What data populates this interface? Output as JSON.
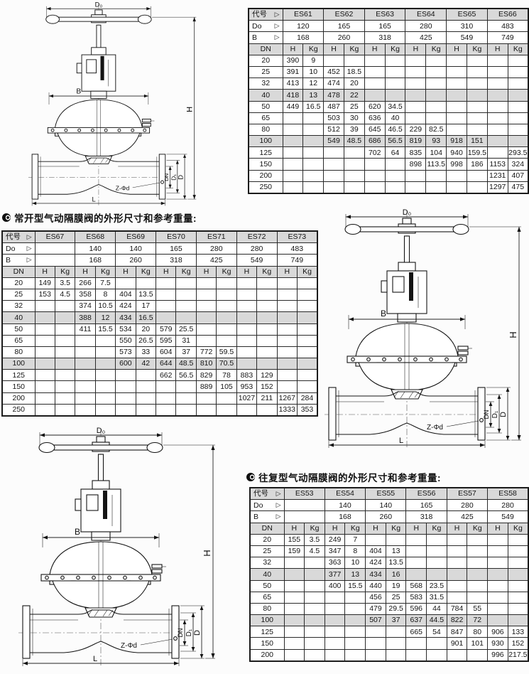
{
  "colors": {
    "row_shade": "#d9d9d9"
  },
  "titles": {
    "normally_open": "常开型气动隔膜阀的外形尺寸和参考重量:",
    "reciprocating": "往复型气动隔膜阀的外形尺寸和参考重量:"
  },
  "diagram_labels": {
    "d0": "D₀",
    "b": "B",
    "h": "H",
    "dn": "DN",
    "d1": "D₁",
    "d": "D",
    "z_phi": "Z-Φd",
    "l": "L"
  },
  "tables": [
    {
      "code_label": "代号",
      "triangle": "▷",
      "do_label": "Do",
      "b_label": "B",
      "dn_label": "DN",
      "h_label": "H",
      "kg_label": "Kg",
      "models": [
        "ES61",
        "ES62",
        "ES63",
        "ES64",
        "ES65",
        "ES66"
      ],
      "do_values": [
        "120",
        "165",
        "165",
        "280",
        "310",
        "483"
      ],
      "b_values": [
        "168",
        "260",
        "318",
        "425",
        "549",
        "749"
      ],
      "rows": [
        {
          "dn": "20",
          "shaded": false,
          "cells": [
            "390",
            "9",
            "",
            "",
            "",
            "",
            "",
            "",
            "",
            "",
            "",
            ""
          ]
        },
        {
          "dn": "25",
          "shaded": false,
          "cells": [
            "391",
            "10",
            "452",
            "18.5",
            "",
            "",
            "",
            "",
            "",
            "",
            "",
            ""
          ]
        },
        {
          "dn": "32",
          "shaded": false,
          "cells": [
            "413",
            "12",
            "474",
            "20",
            "",
            "",
            "",
            "",
            "",
            "",
            "",
            ""
          ]
        },
        {
          "dn": "40",
          "shaded": true,
          "cells": [
            "418",
            "13",
            "478",
            "22",
            "",
            "",
            "",
            "",
            "",
            "",
            "",
            ""
          ]
        },
        {
          "dn": "50",
          "shaded": false,
          "cells": [
            "449",
            "16.5",
            "487",
            "25",
            "620",
            "34.5",
            "",
            "",
            "",
            "",
            "",
            ""
          ]
        },
        {
          "dn": "65",
          "shaded": false,
          "cells": [
            "",
            "",
            "503",
            "30",
            "636",
            "40",
            "",
            "",
            "",
            "",
            "",
            ""
          ]
        },
        {
          "dn": "80",
          "shaded": false,
          "cells": [
            "",
            "",
            "512",
            "39",
            "645",
            "46.5",
            "229",
            "82.5",
            "",
            "",
            "",
            ""
          ]
        },
        {
          "dn": "100",
          "shaded": true,
          "cells": [
            "",
            "",
            "549",
            "48.5",
            "686",
            "56.5",
            "819",
            "93",
            "918",
            "151",
            "",
            ""
          ]
        },
        {
          "dn": "125",
          "shaded": false,
          "cells": [
            "",
            "",
            "",
            "",
            "702",
            "64",
            "835",
            "104",
            "940",
            "159.5",
            "",
            "293.5"
          ]
        },
        {
          "dn": "150",
          "shaded": false,
          "cells": [
            "",
            "",
            "",
            "",
            "",
            "",
            "898",
            "113.5",
            "998",
            "186",
            "1153",
            "324"
          ]
        },
        {
          "dn": "200",
          "shaded": false,
          "cells": [
            "",
            "",
            "",
            "",
            "",
            "",
            "",
            "",
            "",
            "",
            "1231",
            "407"
          ]
        },
        {
          "dn": "250",
          "shaded": false,
          "cells": [
            "",
            "",
            "",
            "",
            "",
            "",
            "",
            "",
            "",
            "",
            "1297",
            "475"
          ]
        }
      ]
    },
    {
      "code_label": "代号",
      "triangle": "▷",
      "do_label": "Do",
      "b_label": "B",
      "dn_label": "DN",
      "h_label": "H",
      "kg_label": "Kg",
      "models": [
        "ES67",
        "ES68",
        "ES69",
        "ES70",
        "ES71",
        "ES72",
        "ES73"
      ],
      "do_values": [
        "",
        "140",
        "140",
        "165",
        "280",
        "280",
        "483"
      ],
      "b_values": [
        "",
        "168",
        "260",
        "318",
        "425",
        "549",
        "749"
      ],
      "rows": [
        {
          "dn": "20",
          "shaded": false,
          "cells": [
            "149",
            "3.5",
            "266",
            "7.5",
            "",
            "",
            "",
            "",
            "",
            "",
            "",
            "",
            "",
            ""
          ]
        },
        {
          "dn": "25",
          "shaded": false,
          "cells": [
            "153",
            "4.5",
            "358",
            "8",
            "404",
            "13.5",
            "",
            "",
            "",
            "",
            "",
            "",
            "",
            ""
          ]
        },
        {
          "dn": "32",
          "shaded": false,
          "cells": [
            "",
            "",
            "374",
            "10.5",
            "424",
            "17",
            "",
            "",
            "",
            "",
            "",
            "",
            "",
            ""
          ]
        },
        {
          "dn": "40",
          "shaded": true,
          "cells": [
            "",
            "",
            "388",
            "12",
            "434",
            "16.5",
            "",
            "",
            "",
            "",
            "",
            "",
            "",
            ""
          ]
        },
        {
          "dn": "50",
          "shaded": false,
          "cells": [
            "",
            "",
            "411",
            "15.5",
            "534",
            "20",
            "579",
            "25.5",
            "",
            "",
            "",
            "",
            "",
            ""
          ]
        },
        {
          "dn": "65",
          "shaded": false,
          "cells": [
            "",
            "",
            "",
            "",
            "550",
            "26.5",
            "595",
            "31",
            "",
            "",
            "",
            "",
            "",
            ""
          ]
        },
        {
          "dn": "80",
          "shaded": false,
          "cells": [
            "",
            "",
            "",
            "",
            "573",
            "33",
            "604",
            "37",
            "772",
            "59.5",
            "",
            "",
            "",
            ""
          ]
        },
        {
          "dn": "100",
          "shaded": true,
          "cells": [
            "",
            "",
            "",
            "",
            "600",
            "42",
            "644",
            "48.5",
            "810",
            "70.5",
            "",
            "",
            "",
            ""
          ]
        },
        {
          "dn": "125",
          "shaded": false,
          "cells": [
            "",
            "",
            "",
            "",
            "",
            "",
            "662",
            "56.5",
            "829",
            "78",
            "883",
            "129",
            "",
            ""
          ]
        },
        {
          "dn": "150",
          "shaded": false,
          "cells": [
            "",
            "",
            "",
            "",
            "",
            "",
            "",
            "",
            "889",
            "105",
            "953",
            "152",
            "",
            ""
          ]
        },
        {
          "dn": "200",
          "shaded": false,
          "cells": [
            "",
            "",
            "",
            "",
            "",
            "",
            "",
            "",
            "",
            "",
            "1027",
            "211",
            "1267",
            "284"
          ]
        },
        {
          "dn": "250",
          "shaded": false,
          "cells": [
            "",
            "",
            "",
            "",
            "",
            "",
            "",
            "",
            "",
            "",
            "",
            "",
            "1333",
            "353"
          ]
        }
      ]
    },
    {
      "code_label": "代号",
      "triangle": "▷",
      "do_label": "Do",
      "b_label": "B",
      "dn_label": "DN",
      "h_label": "H",
      "kg_label": "Kg",
      "models": [
        "ES53",
        "ES54",
        "ES55",
        "ES56",
        "ES57",
        "ES58"
      ],
      "do_values": [
        "",
        "140",
        "140",
        "165",
        "280",
        "280"
      ],
      "b_values": [
        "",
        "168",
        "260",
        "318",
        "425",
        "549"
      ],
      "rows": [
        {
          "dn": "20",
          "shaded": false,
          "cells": [
            "155",
            "3.5",
            "249",
            "7",
            "",
            "",
            "",
            "",
            "",
            "",
            "",
            ""
          ]
        },
        {
          "dn": "25",
          "shaded": false,
          "cells": [
            "159",
            "4.5",
            "347",
            "8",
            "404",
            "13",
            "",
            "",
            "",
            "",
            "",
            ""
          ]
        },
        {
          "dn": "32",
          "shaded": false,
          "cells": [
            "",
            "",
            "363",
            "10",
            "424",
            "13.5",
            "",
            "",
            "",
            "",
            "",
            ""
          ]
        },
        {
          "dn": "40",
          "shaded": true,
          "cells": [
            "",
            "",
            "377",
            "13",
            "434",
            "16",
            "",
            "",
            "",
            "",
            "",
            ""
          ]
        },
        {
          "dn": "50",
          "shaded": false,
          "cells": [
            "",
            "",
            "400",
            "15.5",
            "440",
            "19",
            "568",
            "23.5",
            "",
            "",
            "",
            ""
          ]
        },
        {
          "dn": "65",
          "shaded": false,
          "cells": [
            "",
            "",
            "",
            "",
            "456",
            "25",
            "583",
            "31.5",
            "",
            "",
            "",
            ""
          ]
        },
        {
          "dn": "80",
          "shaded": false,
          "cells": [
            "",
            "",
            "",
            "",
            "479",
            "29.5",
            "596",
            "44",
            "784",
            "55",
            "",
            ""
          ]
        },
        {
          "dn": "100",
          "shaded": true,
          "cells": [
            "",
            "",
            "",
            "",
            "507",
            "37",
            "637",
            "44.5",
            "822",
            "72",
            "",
            ""
          ]
        },
        {
          "dn": "125",
          "shaded": false,
          "cells": [
            "",
            "",
            "",
            "",
            "",
            "",
            "665",
            "54",
            "847",
            "80",
            "906",
            "133"
          ]
        },
        {
          "dn": "150",
          "shaded": false,
          "cells": [
            "",
            "",
            "",
            "",
            "",
            "",
            "",
            "",
            "901",
            "101",
            "930",
            "152"
          ]
        },
        {
          "dn": "200",
          "shaded": false,
          "cells": [
            "",
            "",
            "",
            "",
            "",
            "",
            "",
            "",
            "",
            "",
            "996",
            "217.5"
          ]
        }
      ]
    }
  ]
}
